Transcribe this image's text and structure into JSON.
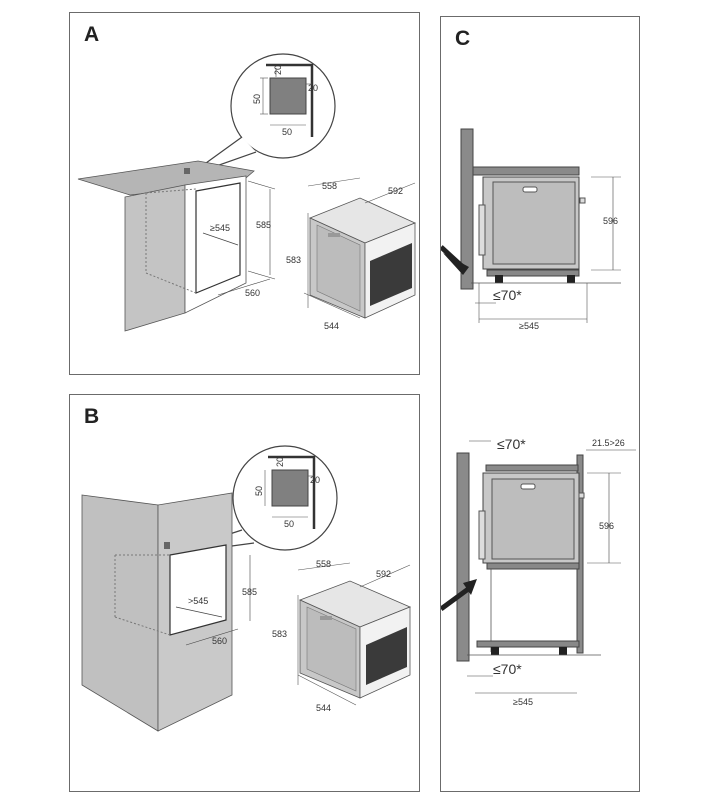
{
  "panels": {
    "a": {
      "label": "A",
      "detail": {
        "top_gap": "20",
        "side_gap": "20",
        "height": "50",
        "width": "50"
      },
      "cabinet": {
        "opening_width": "≥545",
        "opening_height": "585",
        "depth": "560"
      },
      "oven": {
        "depth": "558",
        "width": "592",
        "height": "583",
        "front_depth": "544"
      }
    },
    "b": {
      "label": "B",
      "detail": {
        "top_gap": "20",
        "side_gap": "20",
        "height": "50",
        "width": "50"
      },
      "cabinet": {
        "opening_width": ">545",
        "opening_height": "585",
        "depth": "560"
      },
      "oven": {
        "depth": "558",
        "width": "592",
        "height": "583",
        "front_depth": "544"
      }
    },
    "c": {
      "label": "C",
      "top_view": {
        "height": "596",
        "gap": "≤70*",
        "depth": "≥545"
      },
      "bottom_view": {
        "top_gap": "≤70*",
        "side_gap": "21.5>26",
        "height": "596",
        "bottom_gap": "≤70*",
        "depth": "≥545"
      }
    }
  },
  "colors": {
    "panel_border": "#6b6b6b",
    "fill_gray": "#b9b9b9",
    "fill_dark": "#7d7d7d",
    "line": "#444444"
  }
}
